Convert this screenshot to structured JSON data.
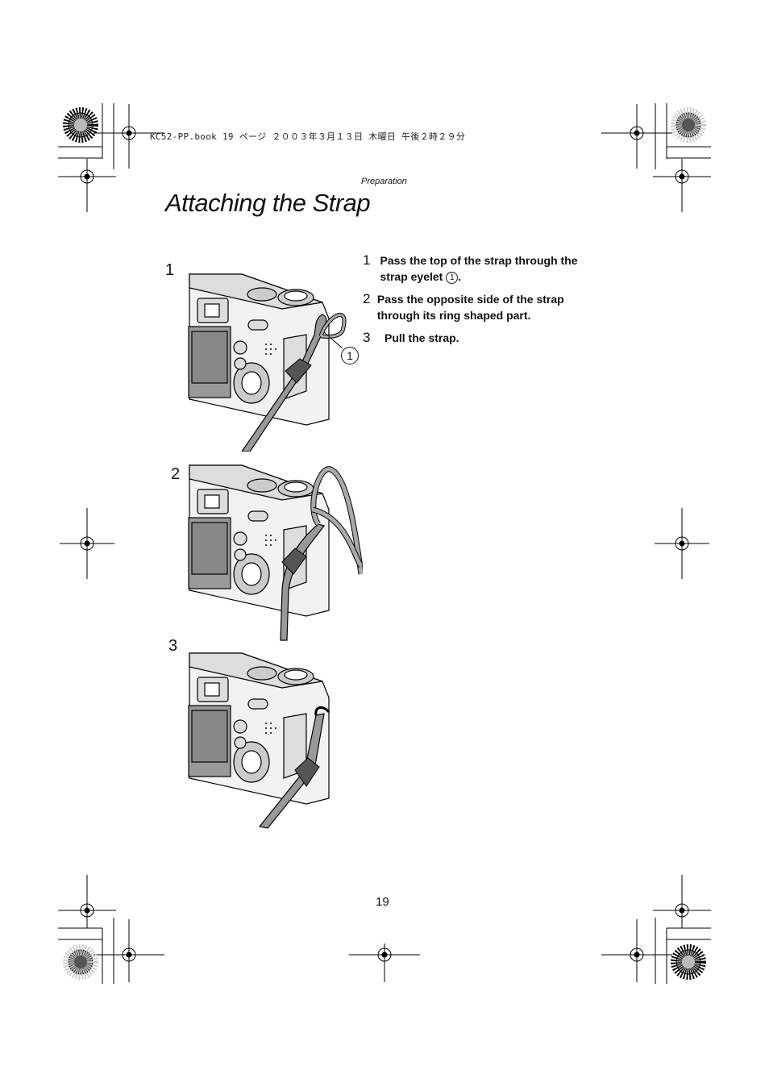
{
  "header": {
    "file_info": "KC52-PP.book  19 ページ  ２００３年３月１３日  木曜日  午後２時２９分"
  },
  "section_label": "Preparation",
  "title": "Attaching the Strap",
  "figures": [
    {
      "number": "1",
      "callout": "1"
    },
    {
      "number": "2"
    },
    {
      "number": "3"
    }
  ],
  "steps": [
    {
      "number": "1",
      "text_before": "Pass the top of the strap through the strap eyelet ",
      "circled_ref": "1",
      "text_after": "."
    },
    {
      "number": "2",
      "text": "Pass the opposite side of the strap through its ring shaped part."
    },
    {
      "number": "3",
      "text": "Pull the strap."
    }
  ],
  "page_number": "19"
}
